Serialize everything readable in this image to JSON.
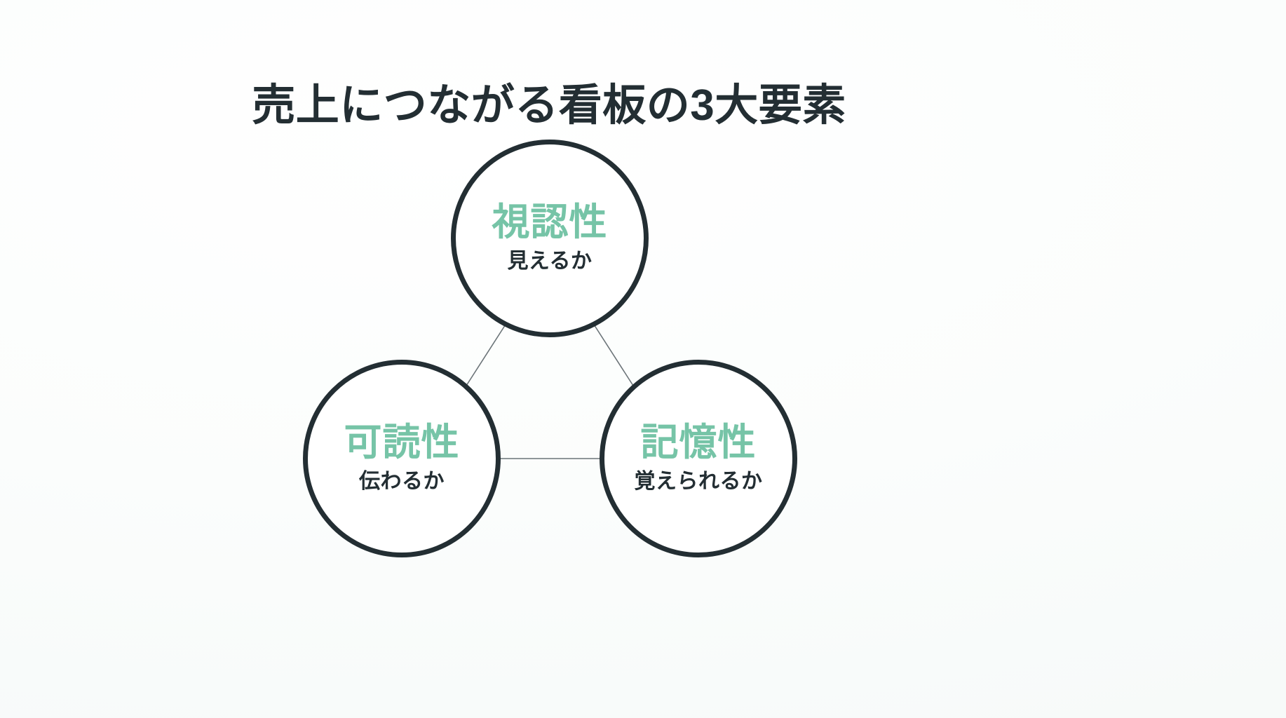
{
  "slide": {
    "title": "売上につながる看板の3大要素",
    "background_color": "#fafcfb",
    "accent_color": "#76c4a7",
    "ink_color": "#232e33",
    "connector_color": "#6b7478"
  },
  "diagram": {
    "type": "triangle-cycle",
    "node_count": 3,
    "nodes": [
      {
        "id": "visibility",
        "title": "視認性",
        "subtitle": "見えるか",
        "position": "top"
      },
      {
        "id": "readability",
        "title": "可読性",
        "subtitle": "伝わるか",
        "position": "bottom-left"
      },
      {
        "id": "memorability",
        "title": "記憶性",
        "subtitle": "覚えられるか",
        "position": "bottom-right"
      }
    ],
    "connections": [
      {
        "from": "visibility",
        "to": "readability"
      },
      {
        "from": "visibility",
        "to": "memorability"
      },
      {
        "from": "readability",
        "to": "memorability"
      }
    ]
  }
}
